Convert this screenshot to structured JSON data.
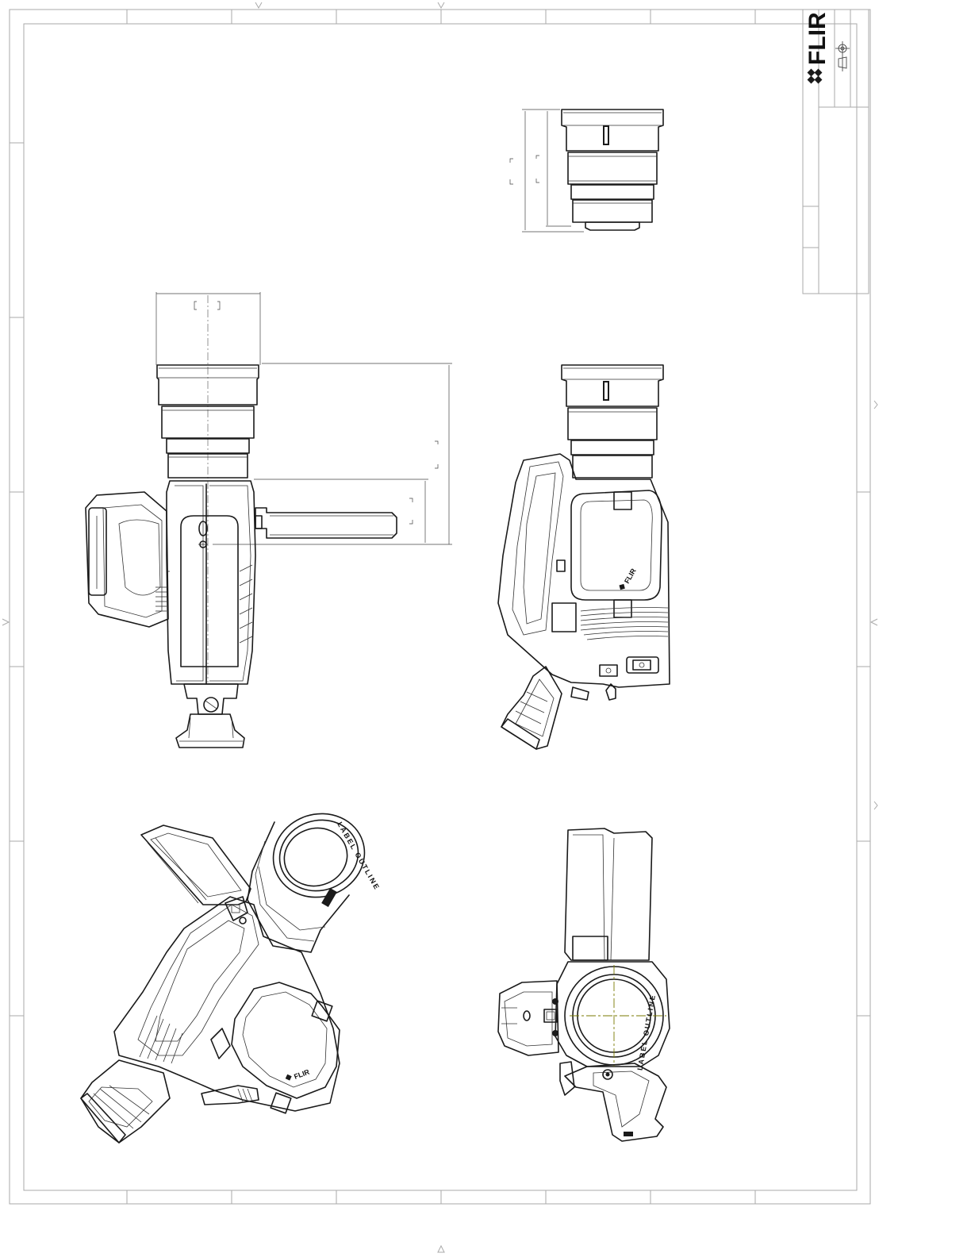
{
  "title_block": {
    "logo_text": "FLIR"
  },
  "labels": {
    "brand_small": "FLIR",
    "lens_label": "LABEL OUTLINE"
  },
  "colors": {
    "line": "#1a1a1a",
    "frame": "#aaaaaa",
    "centerline": "#7a7a00"
  }
}
